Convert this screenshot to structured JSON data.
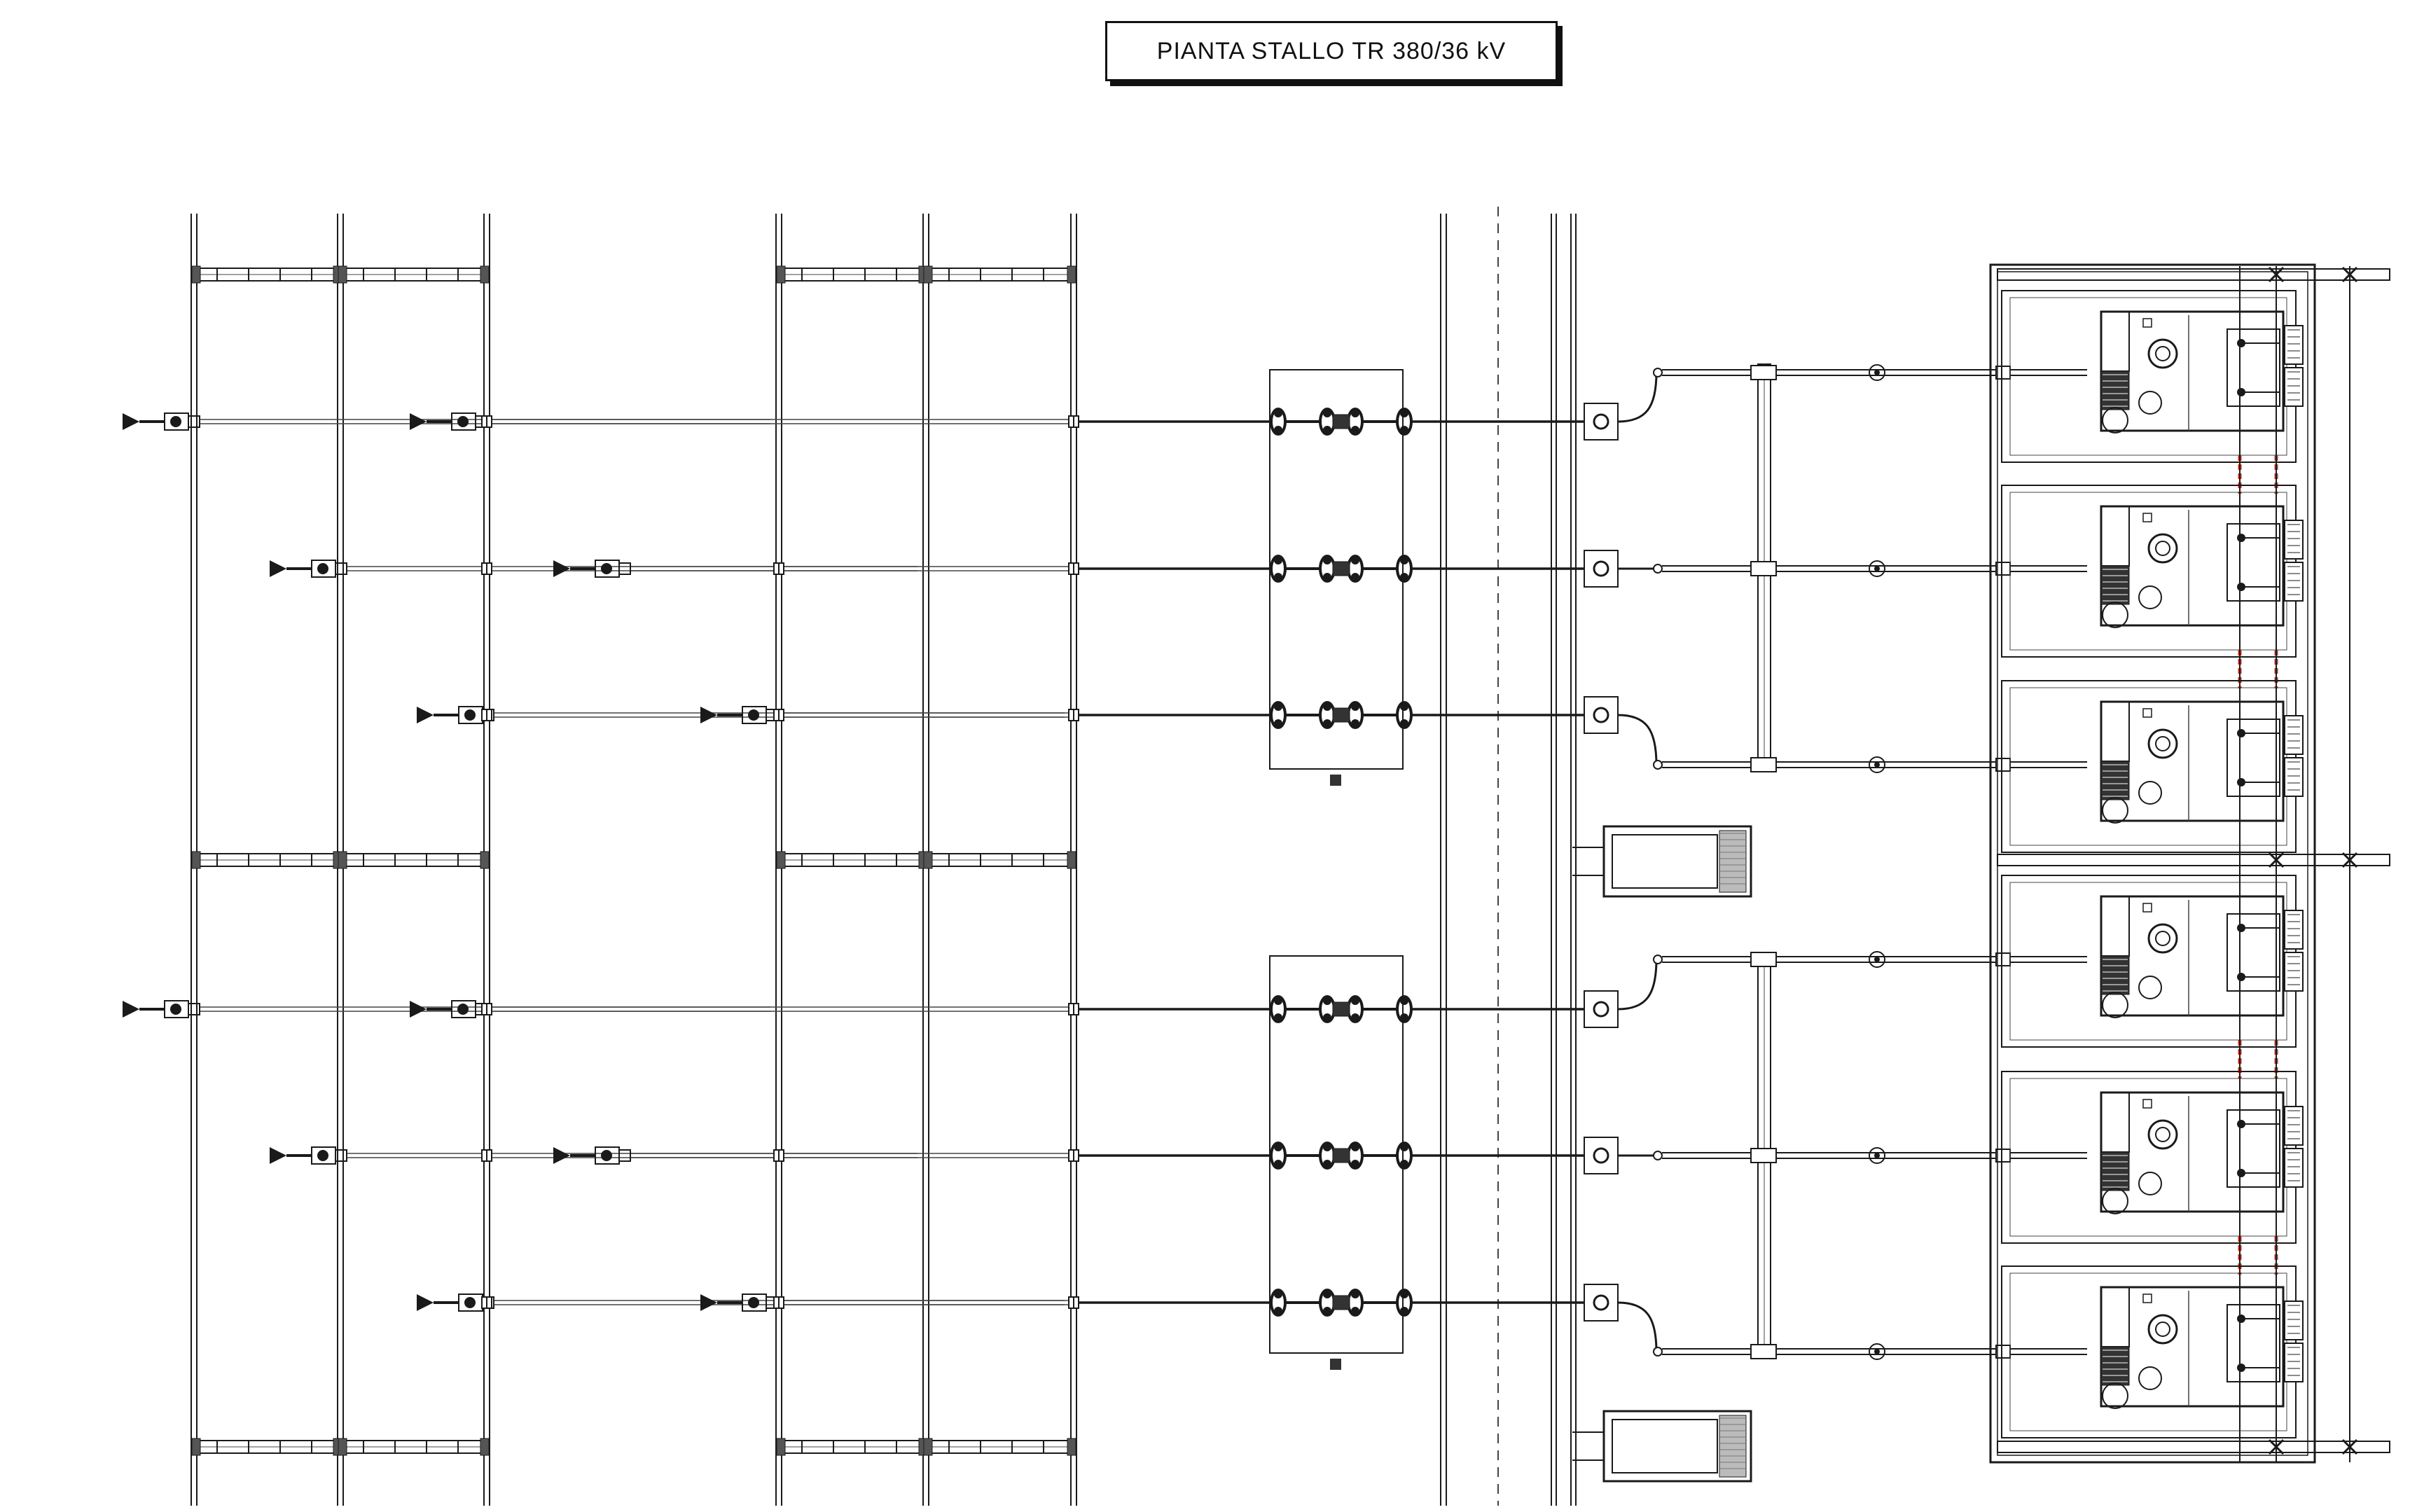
{
  "title": "PIANTA STALLO TR 380/36 kV",
  "colors": {
    "line": "#1a1a1a",
    "thin": "#444444",
    "accent": "#c0392b",
    "hatch": "#555555"
  },
  "bays": [
    {
      "id": "bay-1-phase-a"
    },
    {
      "id": "bay-1-phase-b"
    },
    {
      "id": "bay-1-phase-c"
    },
    {
      "id": "bay-2-phase-a"
    },
    {
      "id": "bay-2-phase-b"
    },
    {
      "id": "bay-2-phase-c"
    }
  ],
  "transformer_units": 6
}
